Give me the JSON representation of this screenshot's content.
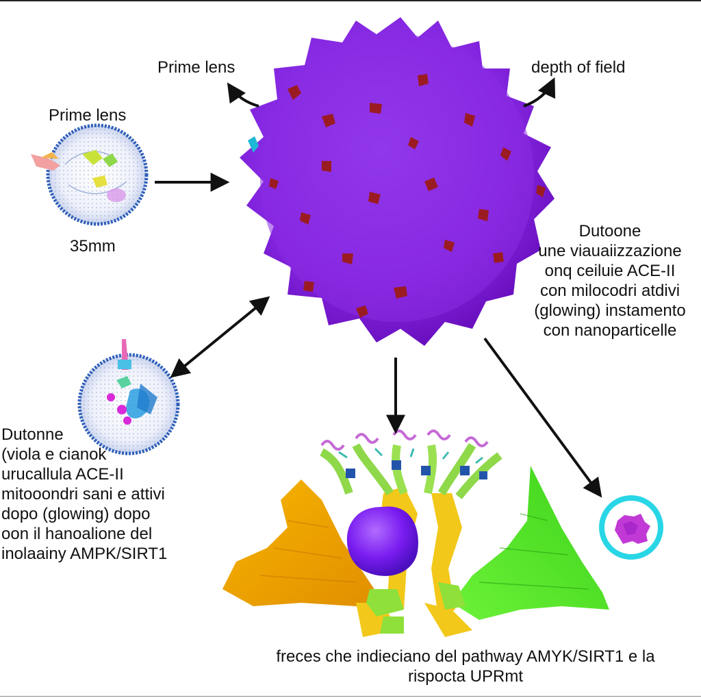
{
  "labels": {
    "top_left_callout": "Prime lens",
    "top_right_callout": "depth of field",
    "small_cell_title": "Prime lens",
    "small_cell_caption": "35mm",
    "right_description": [
      "Dutoone",
      "une viauaiizzazione",
      "onq ceiluie ACE-II",
      "con milocodri atdivi",
      "(glowing) instamento",
      "con nanoparticelle"
    ],
    "left_description": [
      "Dutonne",
      "(viola e cianok",
      "urucallula ACE-II",
      "mitooondri sani e attivi",
      "dopo (glowing) dopo",
      "oon il hanoalione del",
      "inolaainy AMPK/SIRT1"
    ],
    "bottom_caption": [
      "freces che indieciano del pathway AMYK/SIRT1 e la",
      "rispocta UPRmt"
    ]
  },
  "colors": {
    "main_cell": "#8a2be2",
    "spots": "#9b1b22",
    "sphere_edge": "#2f5fb8",
    "sheet_yellow": "#f2a600",
    "sheet_green": "#4ee21c",
    "ring_cyan": "#28d6e6",
    "arrow": "#111111"
  }
}
